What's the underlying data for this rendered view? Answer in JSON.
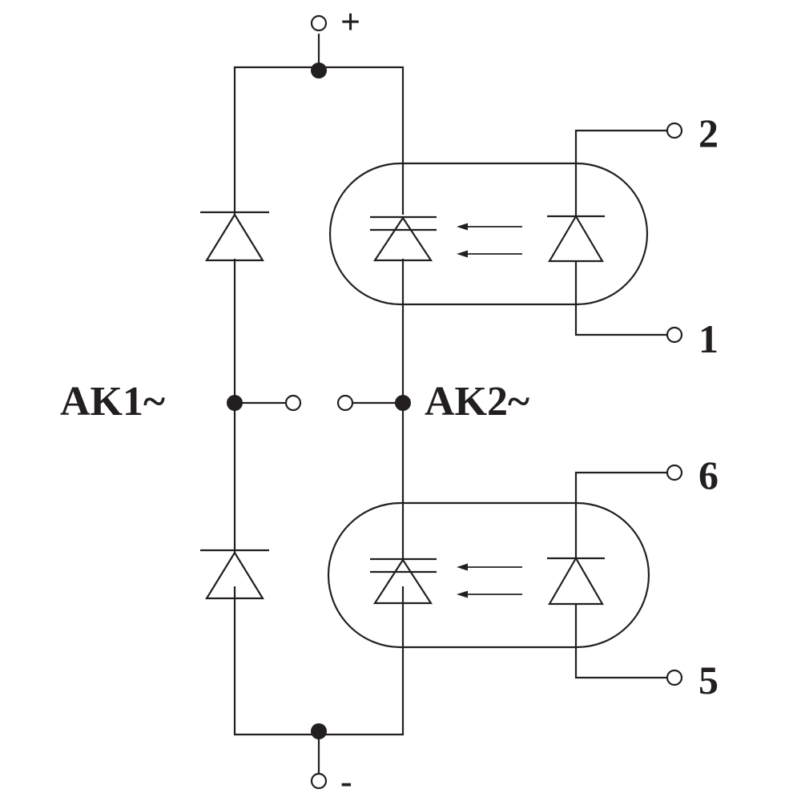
{
  "diagram": {
    "labels": {
      "plus": "+",
      "minus": "-",
      "ac1": "AK1~",
      "ac2": "AK2~",
      "pin2": "2",
      "pin1": "1",
      "pin6": "6",
      "pin5": "5"
    },
    "colors": {
      "line": "#231f20",
      "background": "#ffffff"
    }
  }
}
